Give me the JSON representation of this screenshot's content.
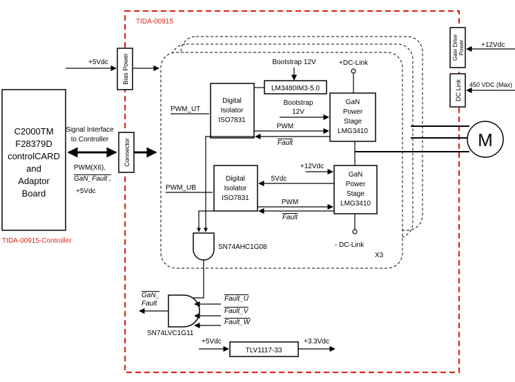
{
  "design": {
    "title": "TIDA-00915",
    "controller_label": "TIDA-00915-Controller",
    "accent_color": "#d9261c",
    "multiplier": "X3"
  },
  "controller": {
    "lines": [
      "C2000TM",
      "F28379D",
      "controlCARD",
      "and",
      "Adaptor",
      "Board"
    ]
  },
  "blocks": {
    "bias_power": "Bias Power",
    "connector": "Connector",
    "gate_drive_power": [
      "Gate Drive",
      "Power"
    ],
    "dc_link": "DC Link",
    "lm3480": "LM3480IM3-5.0",
    "isolator_top": [
      "Digital",
      "Isolator",
      "ISO7831"
    ],
    "isolator_bottom": [
      "Digital",
      "Isolator",
      "ISO7831"
    ],
    "gan_top": [
      "GaN",
      "Power",
      "Stage",
      "LMG3410"
    ],
    "gan_bottom": [
      "GaN",
      "Power",
      "Stage",
      "LMG3410"
    ],
    "and_gate_top": "SN74AHC1G08",
    "and_gate_bottom": "SN74LVC1G11",
    "regulator": "TLV1117-33",
    "motor": "M"
  },
  "signals": {
    "plus_5vdc_bias": "+5Vdc",
    "plus_12vdc_gate": "+12Vdc",
    "dc_link_voltage": "450 VDC (Max)",
    "signal_interface": [
      "Signal Interface",
      "to Controller"
    ],
    "controller_signals": [
      "PWM(X6),",
      "GaN_Fault ,",
      "+5Vdc"
    ],
    "bootstrap_12v_top": "Bootstrap 12V",
    "plus_dc_link": "+DC-Link",
    "minus_dc_link": "- DC-Link",
    "pwm_ut": "PWM_UT",
    "pwm_ub": "PWM_UB",
    "bootstrap_12v_mid": [
      "Bootstrap",
      "12V"
    ],
    "pwm_top": "PWM",
    "fault_top": "Fault",
    "plus_12vdc_bottom": "+12Vdc",
    "five_vdc": "5Vdc",
    "pwm_bottom": "PWM",
    "fault_bottom": "Fault",
    "gan_fault_out": [
      "GaN_",
      "Fault"
    ],
    "fault_u": "Fault_U",
    "fault_v": "Fault_V",
    "fault_w": "Fault_W",
    "reg_in": "+5Vdc",
    "reg_out": "+3.3Vdc"
  }
}
